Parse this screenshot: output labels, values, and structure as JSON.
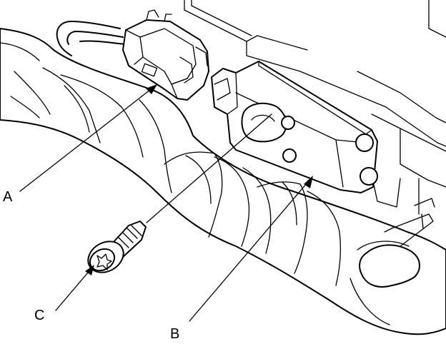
{
  "callouts": {
    "a": "A",
    "b": "B",
    "c": "C"
  },
  "parts": {
    "a": "harness-connector",
    "b": "sensor-unit",
    "c": "mounting-bolt"
  },
  "colors": {
    "line": "#000000",
    "background": "#ffffff"
  }
}
